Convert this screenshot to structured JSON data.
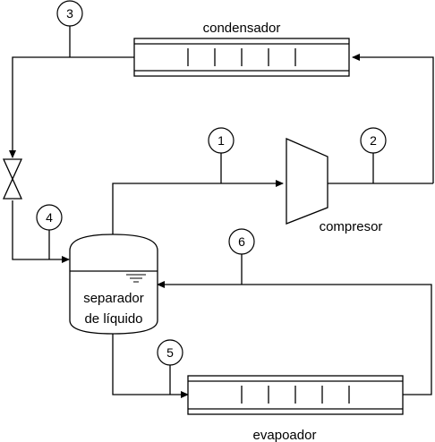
{
  "components": {
    "condenser": "condensador",
    "compressor": "compresor",
    "separator_line1": "separador",
    "separator_line2": "de líquido",
    "evaporator": "evapoador"
  },
  "state_points": [
    "1",
    "2",
    "3",
    "4",
    "5",
    "6"
  ]
}
